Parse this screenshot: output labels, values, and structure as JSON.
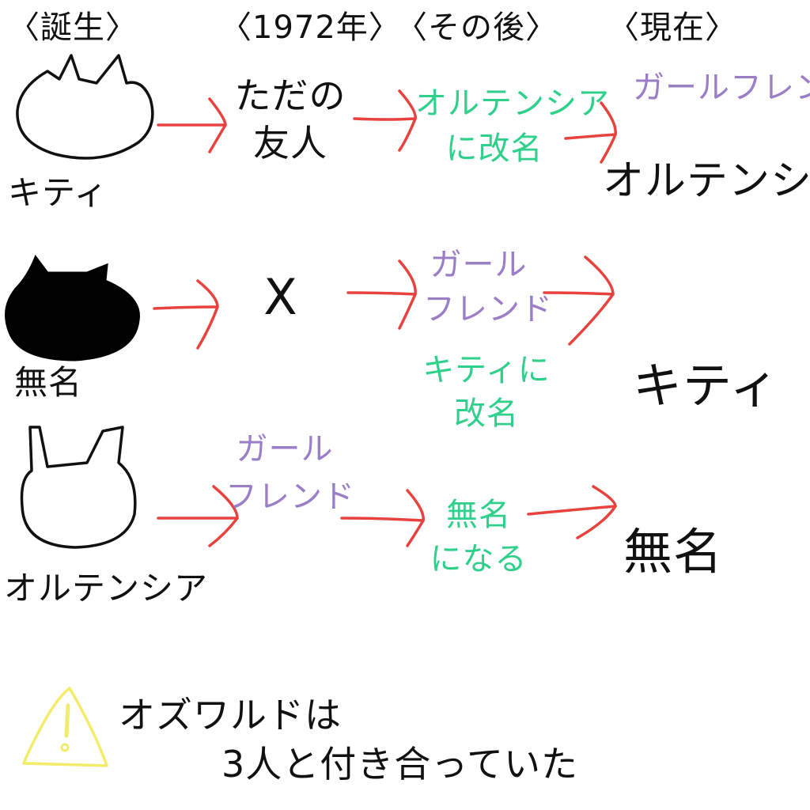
{
  "colors": {
    "ink": "#111111",
    "arrow": "#e8423f",
    "girlfriend": "#9a7fc7",
    "rename": "#2fcf8c",
    "warning": "#f3ec6a"
  },
  "headers": {
    "birth": "〈誕生〉",
    "y1972": "〈1972年〉",
    "after": "〈その後〉",
    "now": "〈現在〉"
  },
  "rows": [
    {
      "character_label": "キティ",
      "cat_style": "white-cat-outline",
      "y1972": [
        "ただの",
        "友人"
      ],
      "after": [
        "オルテンシア",
        "に改名"
      ],
      "now_top": "ガールフレンド",
      "now": "オルテンシア"
    },
    {
      "character_label": "無名",
      "cat_style": "black-cat-filled",
      "y1972": "X",
      "after_top": [
        "ガール",
        "フレンド"
      ],
      "after_bottom": [
        "キティに",
        "改名"
      ],
      "now": "キティ"
    },
    {
      "character_label": "オルテンシア",
      "cat_style": "white-cat-outline-tall-ears",
      "y1972": [
        "ガール",
        "フレンド"
      ],
      "after": [
        "無名",
        "になる"
      ],
      "now": "無名"
    }
  ],
  "note": {
    "icon": "warning-triangle-icon",
    "line1": "オズワルドは",
    "line2": "3人と付き合っていた"
  }
}
